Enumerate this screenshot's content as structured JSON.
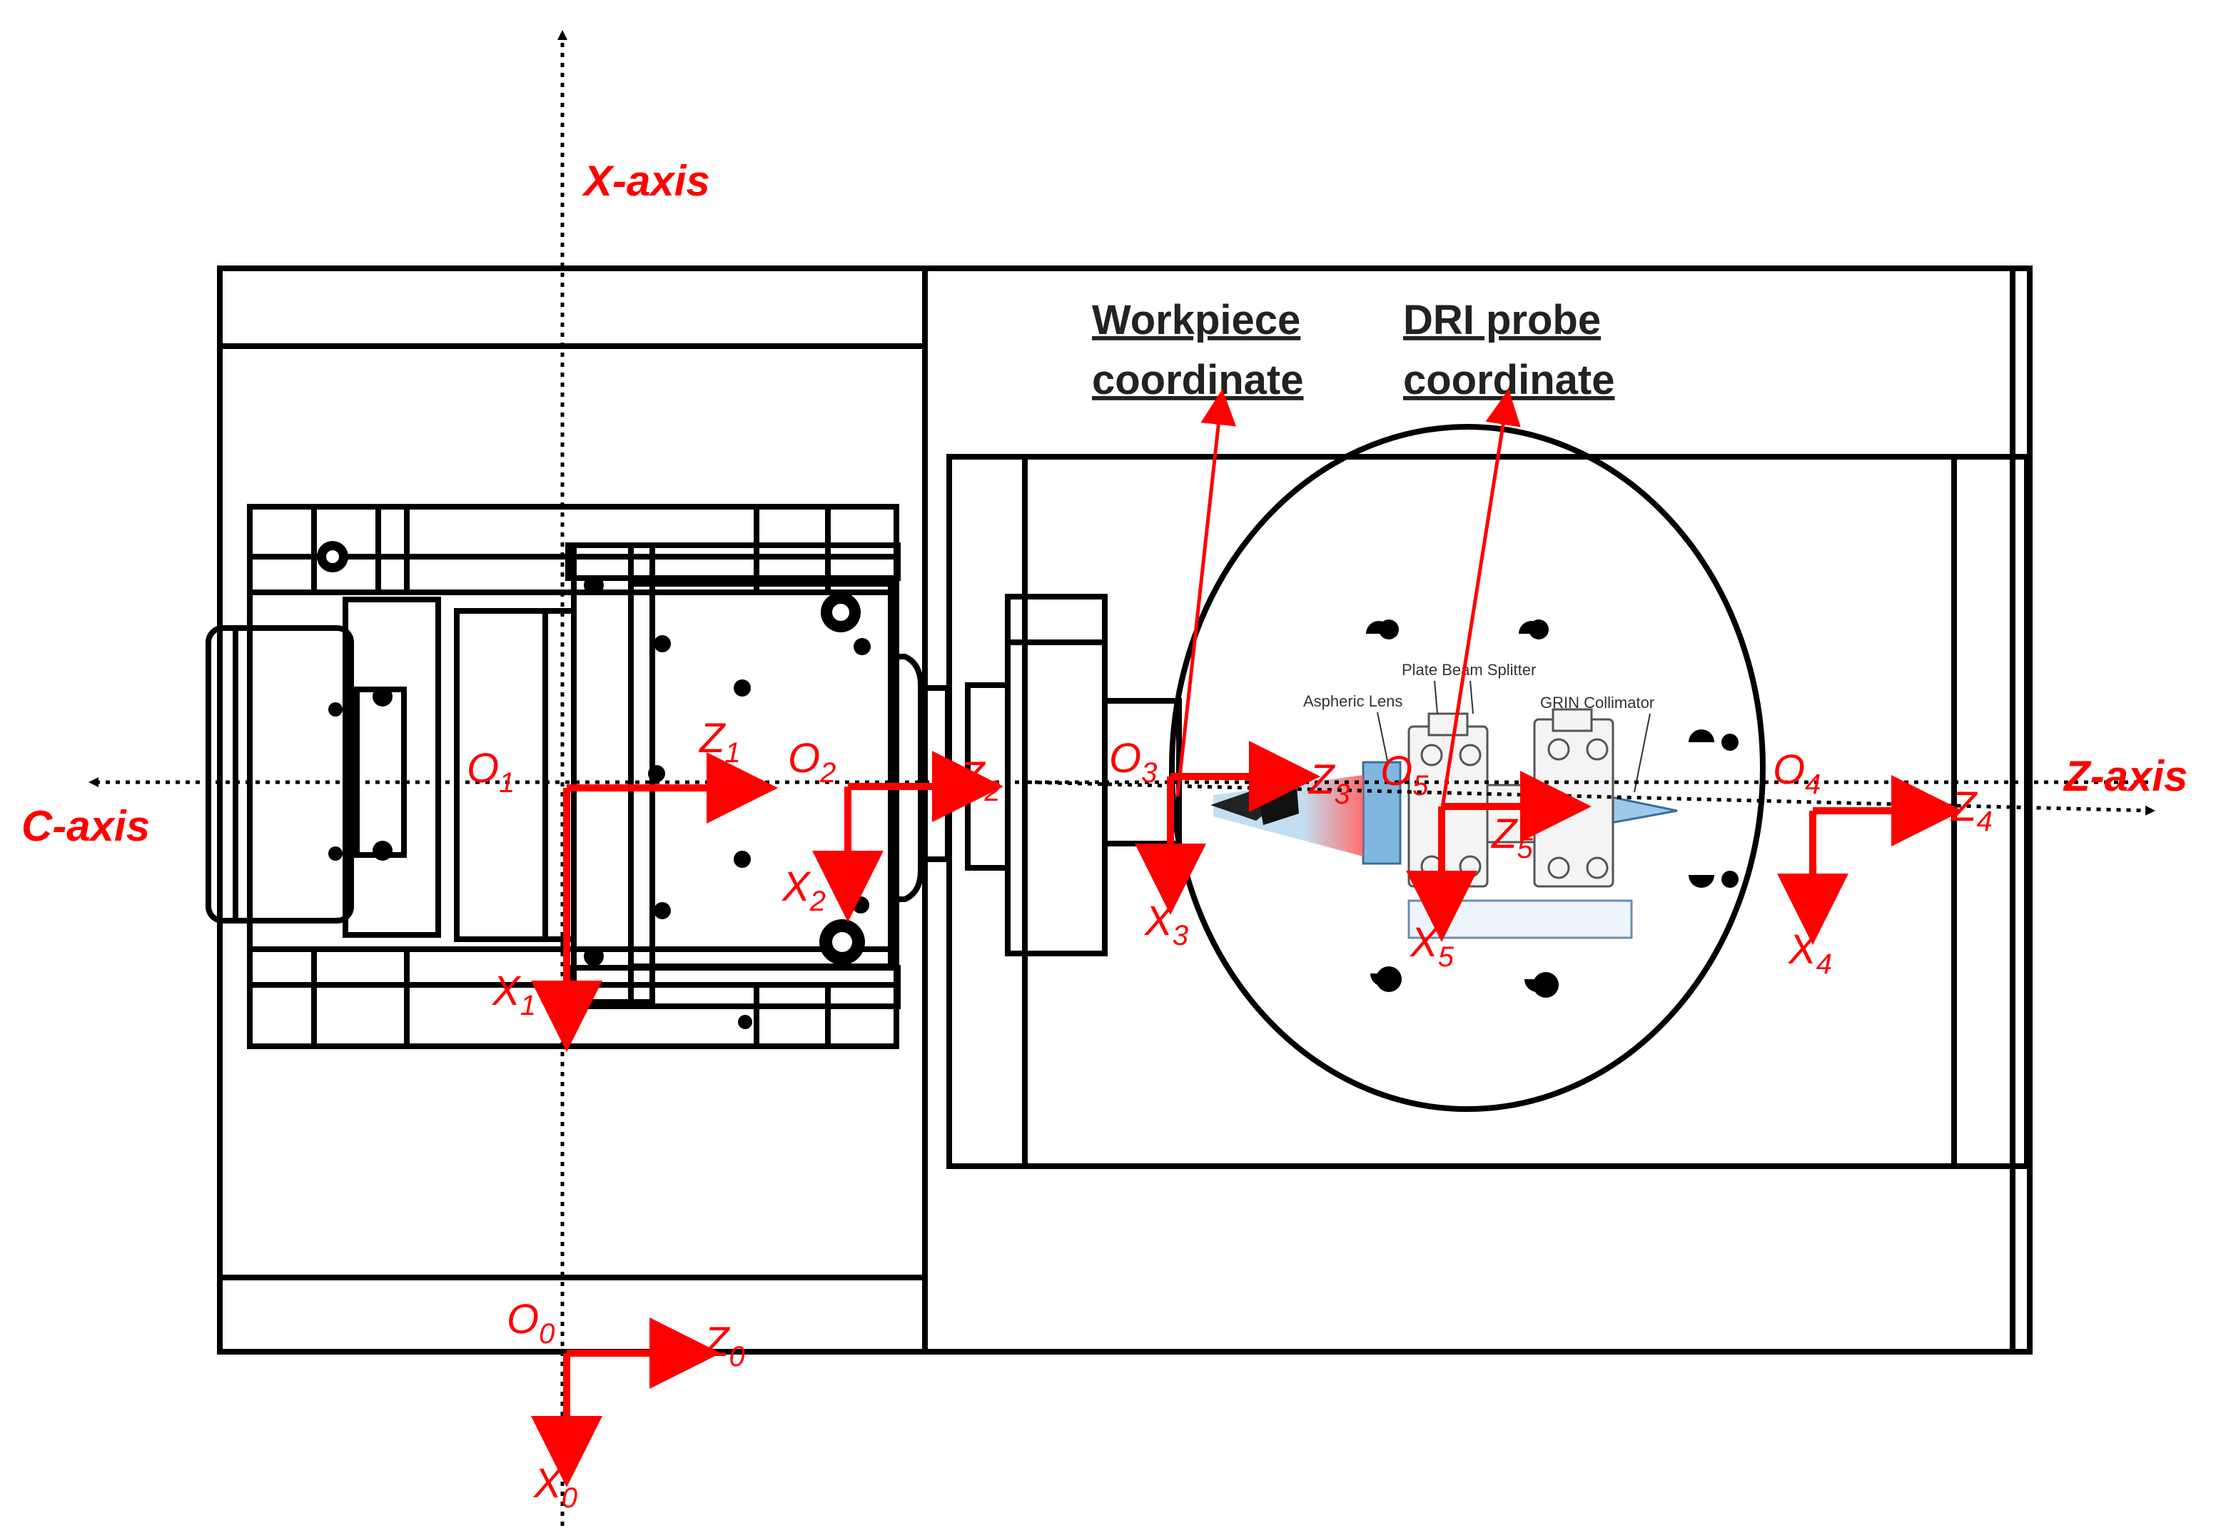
{
  "axes": {
    "x_axis": "X-axis",
    "c_axis": "C-axis",
    "z_axis": "Z-axis"
  },
  "captions": {
    "workpiece_line1": "Workpiece",
    "workpiece_line2": "coordinate",
    "dri_line1": "DRI probe",
    "dri_line2": "coordinate"
  },
  "components": {
    "aspheric_lens": "Aspheric Lens",
    "plate_beam_splitter": "Plate Beam Splitter",
    "grin_collimator": "GRIN Collimator"
  },
  "frames": [
    {
      "origin": "O",
      "sub": "0",
      "z": "Z",
      "x": "X"
    },
    {
      "origin": "O",
      "sub": "1",
      "z": "Z",
      "x": "X"
    },
    {
      "origin": "O",
      "sub": "2",
      "z": "Z",
      "x": "X"
    },
    {
      "origin": "O",
      "sub": "3",
      "z": "Z",
      "x": "X"
    },
    {
      "origin": "O",
      "sub": "4",
      "z": "Z",
      "x": "X"
    },
    {
      "origin": "O",
      "sub": "5",
      "z": "Z",
      "x": "X"
    }
  ],
  "colors": {
    "frame_red": "#ff0000",
    "outline": "#000000",
    "optic_blue": "#a9d4ef"
  }
}
